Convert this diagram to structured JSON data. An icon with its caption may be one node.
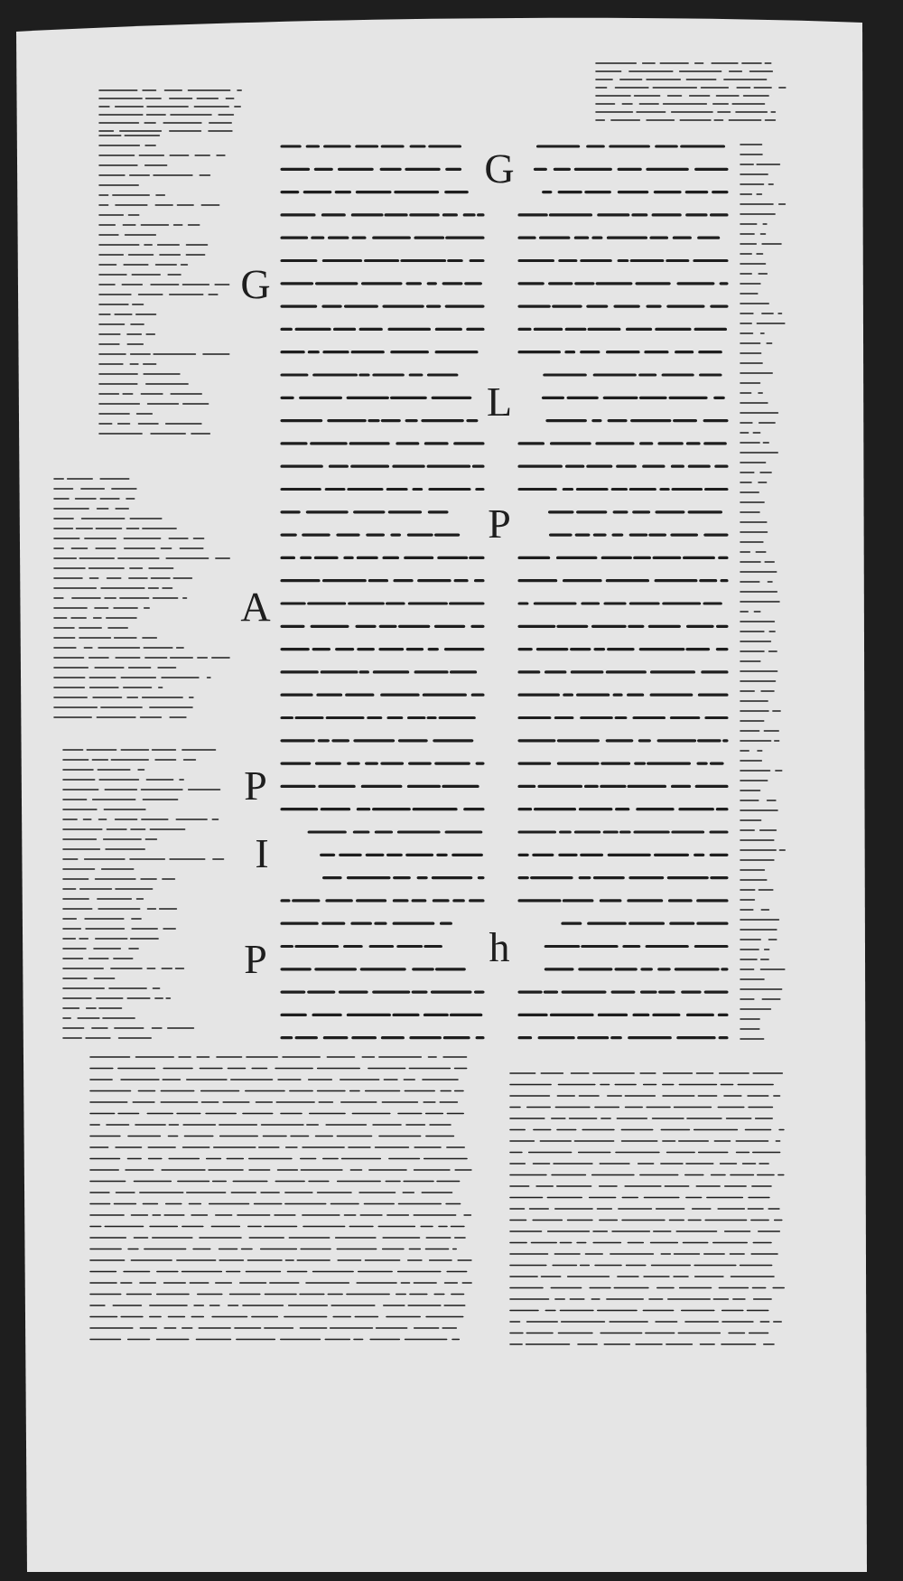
{
  "diagram": {
    "labels": [
      "G",
      "A",
      "P",
      "I",
      "P",
      "G",
      "L",
      "P",
      "h"
    ]
  }
}
